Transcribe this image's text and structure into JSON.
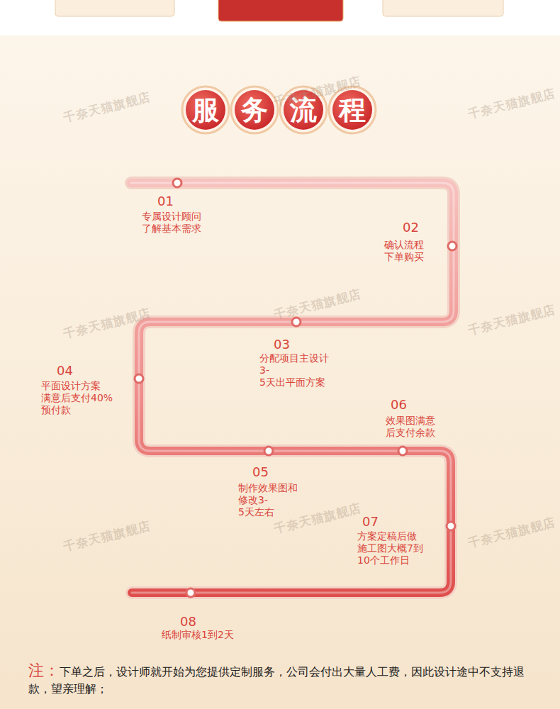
{
  "diagram": {
    "title": "服务流程",
    "labels": [
      "01",
      "专属设计顾问 了解基本需求",
      "02",
      "确认流程 下单购买",
      "03",
      "分配项目主设计 3-5天出平面方案",
      "04",
      "平面设计方案 满意后支付40% 预付款",
      "06",
      "效果图满意 后支付余款",
      "05",
      "制作效果图和 修改3-5天左右",
      "07",
      "方案定稿后做 施工图大概7到 10个工作日",
      "08",
      "纸制审核1到2天",
      "注：",
      "下单之后，设计师就开始为您提供定制服务，公司会付出大量人工费，因此设计途中不支持退款，望亲理解；",
      "千奈天猫旗舰店",
      "千奈天猫旗舰店",
      "千奈天猫旗舰店",
      "千奈天猫旗舰店",
      "千奈天猫旗舰店",
      "千奈天猫旗舰店",
      "千奈天猫旗舰店",
      "千奈天猫旗舰店",
      "千奈天猫旗舰店"
    ]
  }
}
